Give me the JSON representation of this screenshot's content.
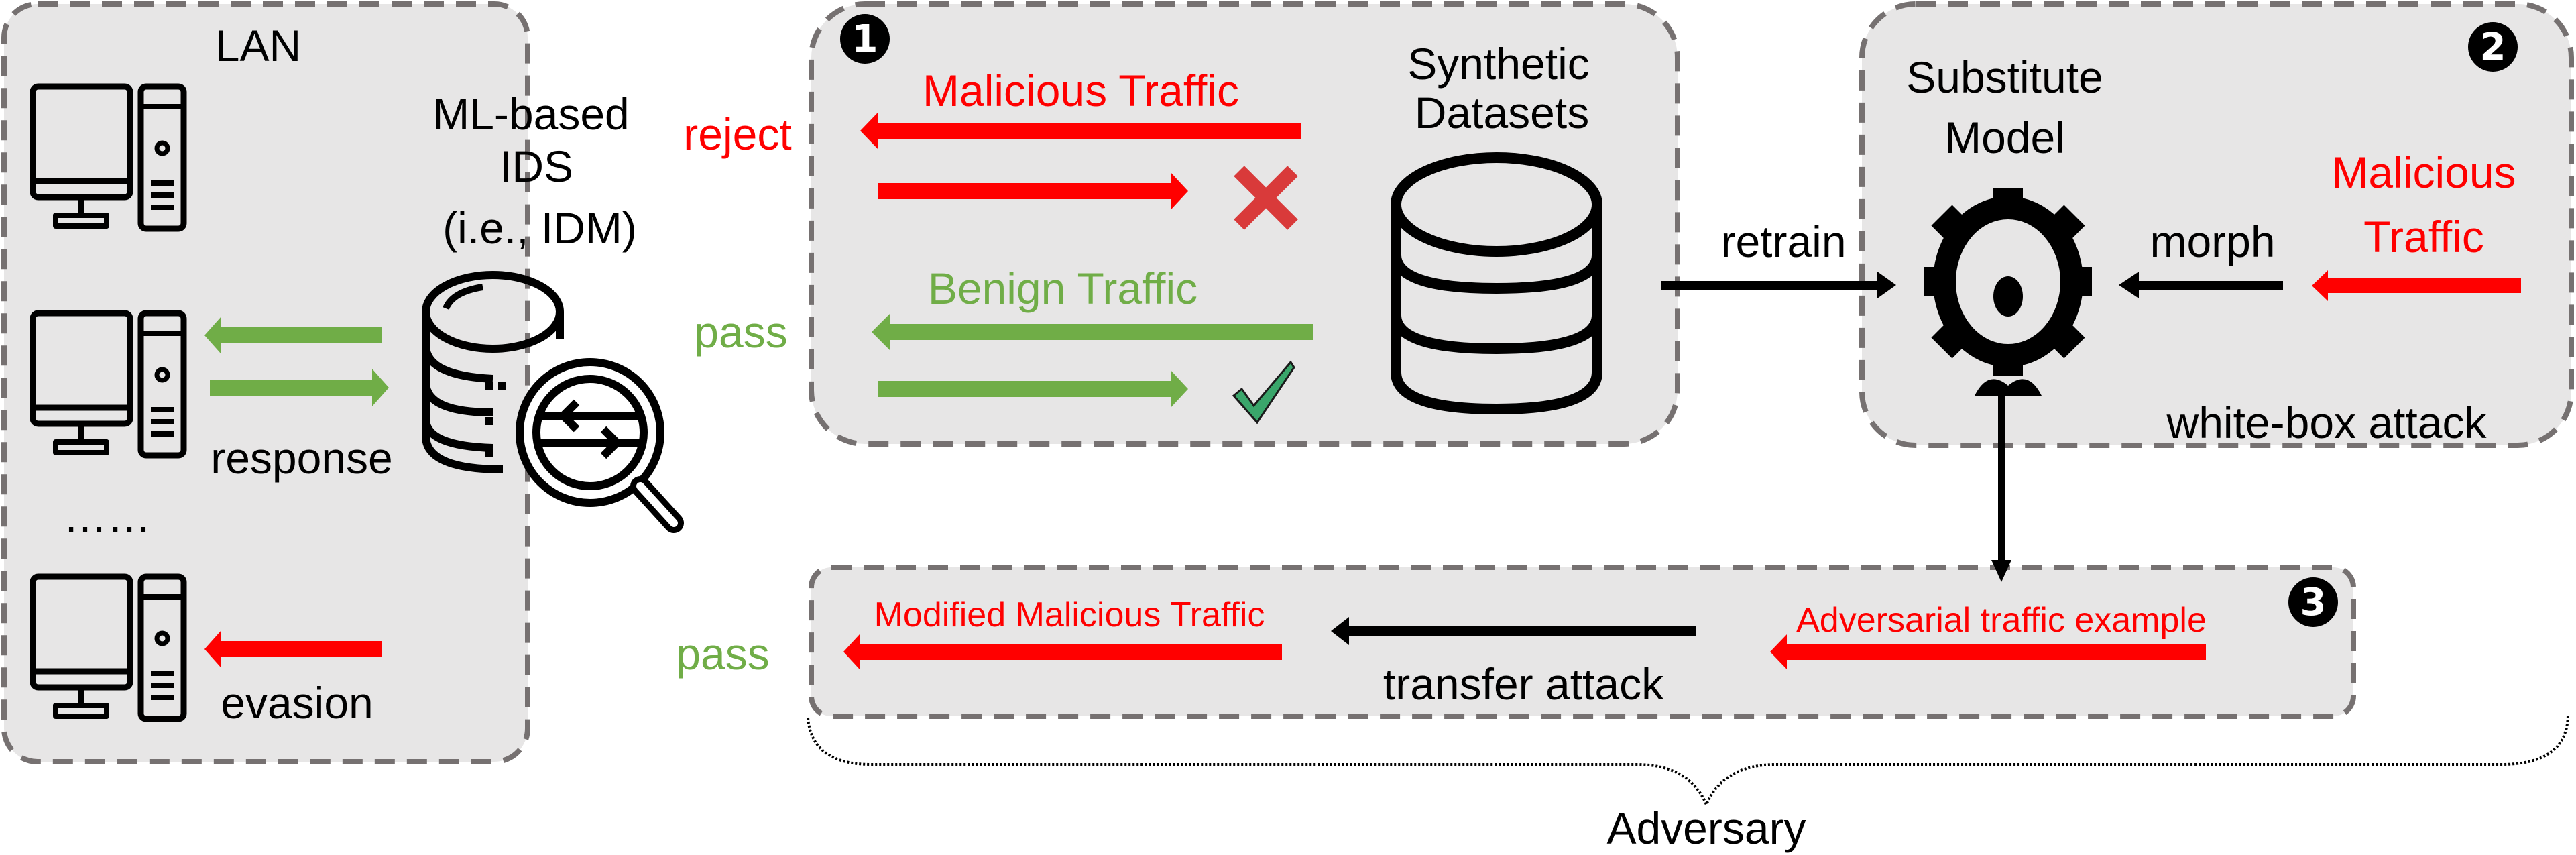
{
  "colors": {
    "panel_bg": "#e7e6e6",
    "panel_border": "#767171",
    "malicious": "#ff0000",
    "benign": "#70ad47",
    "neutral": "#000000",
    "check": "#3aa66b",
    "cross": "#d93a3a"
  },
  "lan": {
    "title": "LAN",
    "ellipsis": "……",
    "response_label": "response",
    "evasion_label": "evasion",
    "hosts": [
      "computer-icon",
      "computer-icon",
      "computer-icon"
    ]
  },
  "ids": {
    "line1": "ML-based",
    "line2": "IDS",
    "line3": "(i.e., IDM)",
    "icon": "database-search-icon"
  },
  "outcomes": {
    "reject": "reject",
    "pass_top": "pass",
    "pass_bottom": "pass"
  },
  "step1": {
    "badge": "1",
    "malicious_label": "Malicious Traffic",
    "benign_label": "Benign Traffic",
    "datasets_line1": "Synthetic",
    "datasets_line2": "Datasets",
    "reject_icon": "cross-icon",
    "pass_icon": "check-icon"
  },
  "retrain_label": "retrain",
  "step2": {
    "badge": "2",
    "model_line1": "Substitute",
    "model_line2": "Model",
    "morph_label": "morph",
    "malicious_line1": "Malicious",
    "malicious_line2": "Traffic",
    "attack_label": "white-box attack"
  },
  "step3": {
    "badge": "3",
    "modified_label": "Modified Malicious Traffic",
    "transfer_label": "transfer attack",
    "adversarial_label": "Adversarial traffic example"
  },
  "adversary_label": "Adversary"
}
